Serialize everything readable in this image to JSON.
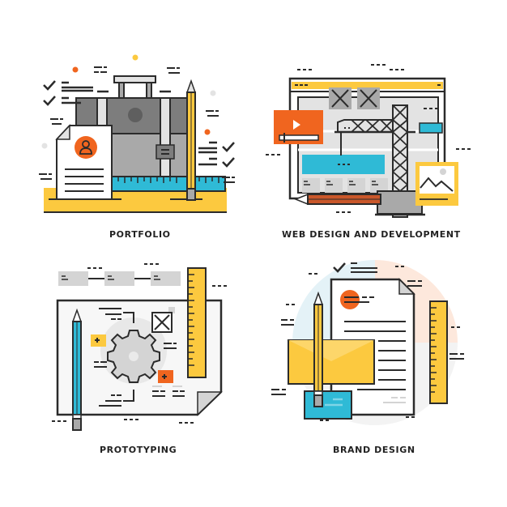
{
  "palette": {
    "outline": "#2b2b2b",
    "yellow": "#fcc93f",
    "orange": "#f0651f",
    "cyan": "#2fbad6",
    "gray_dark": "#7d7d7d",
    "gray_mid": "#a9a9a9",
    "gray_light": "#e3e3e3",
    "paper": "#ffffff",
    "bg": "#ffffff"
  },
  "panels": [
    {
      "id": "portfolio",
      "caption": "PORTFOLIO",
      "icon": "briefcase-resume-pencil-ruler"
    },
    {
      "id": "web-design",
      "caption": "WEB DESIGN AND DEVELOPMENT",
      "icon": "browser-crane-video-image"
    },
    {
      "id": "prototyping",
      "caption": "PROTOTYPING",
      "icon": "blueprint-gear-pencil-ruler"
    },
    {
      "id": "brand-design",
      "caption": "BRAND DESIGN",
      "icon": "document-envelope-card-pencil-ruler"
    }
  ],
  "labels": {
    "portfolio": "PORTFOLIO",
    "web_design": "WEB DESIGN AND DEVELOPMENT",
    "prototyping": "PROTOTYPING",
    "brand_design": "BRAND DESIGN"
  }
}
